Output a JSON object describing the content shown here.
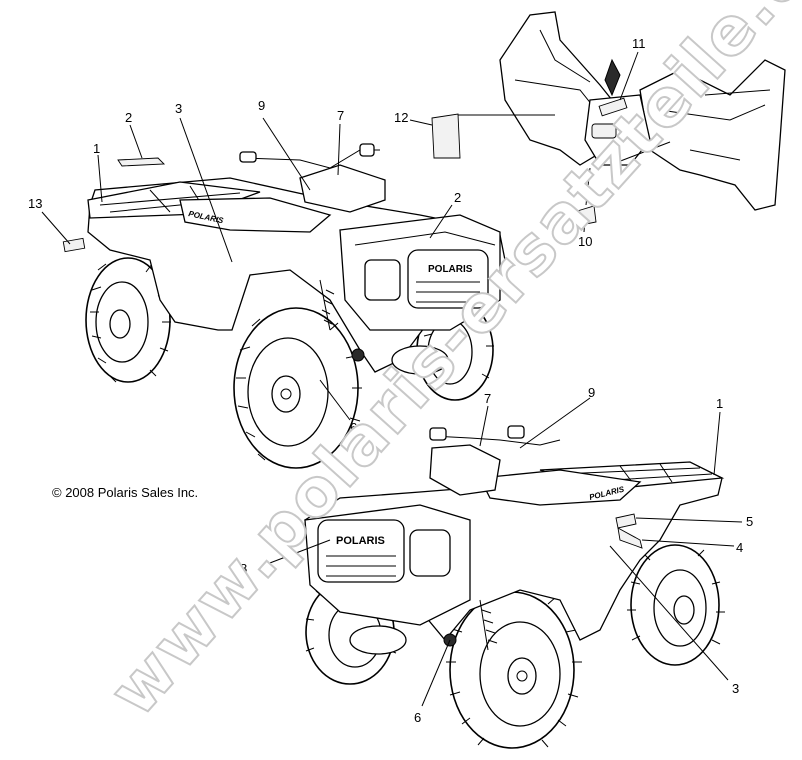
{
  "copyright": "© 2008 Polaris Sales Inc.",
  "watermark": "www.polaris-ersatzteile.de",
  "brand_badge": "POLARIS",
  "callouts": {
    "upper_1": "1",
    "upper_2a": "2",
    "upper_2b": "2",
    "upper_3": "3",
    "upper_6": "6",
    "upper_7": "7",
    "upper_9": "9",
    "upper_13": "13",
    "inset_10": "10",
    "inset_11": "11",
    "inset_12": "12",
    "lower_1": "1",
    "lower_3": "3",
    "lower_4": "4",
    "lower_5": "5",
    "lower_6": "6",
    "lower_7": "7",
    "lower_8": "8",
    "lower_9": "9"
  }
}
